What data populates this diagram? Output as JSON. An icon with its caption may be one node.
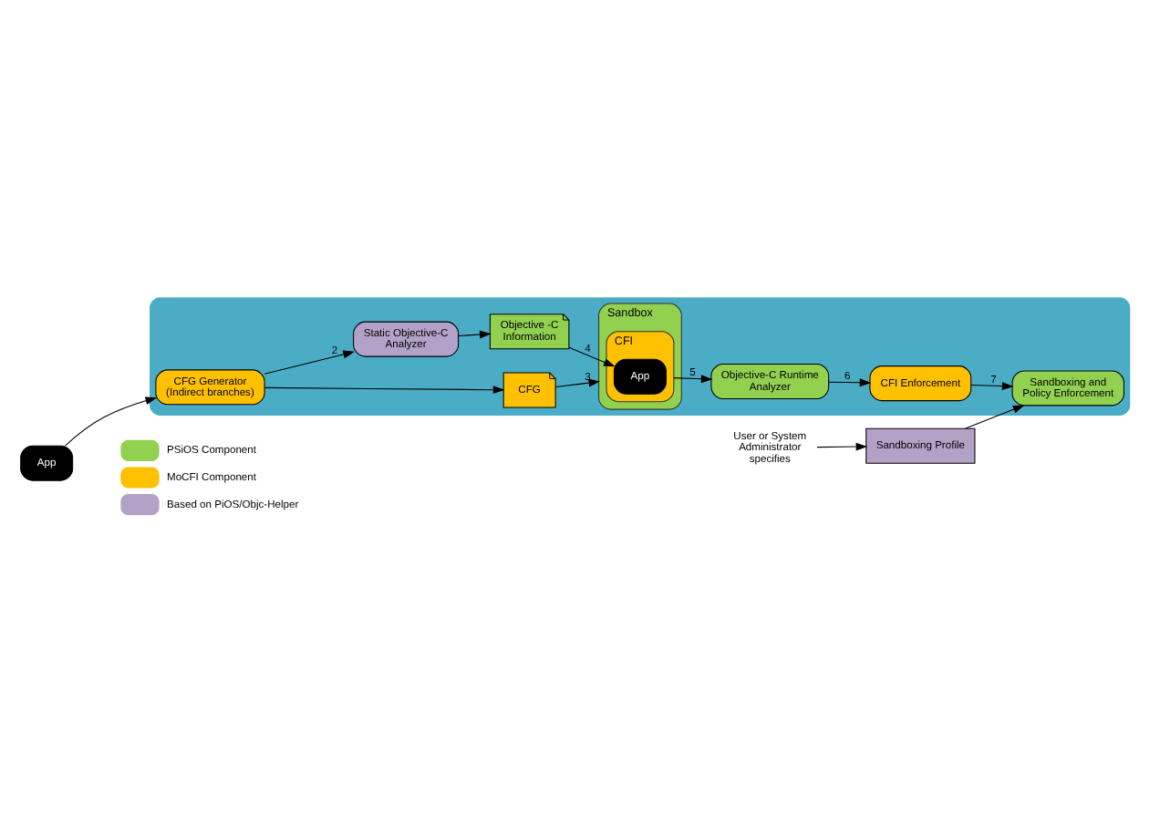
{
  "diagram": {
    "nodes": [
      {
        "text": [
          "App"
        ]
      },
      {
        "text": [],
        "shape": "box"
      },
      {
        "text": [
          "CFG Generator (Indirect branches)"
        ],
        "in": 1
      },
      {
        "text": [
          "CFG"
        ],
        "in": 1
      },
      {
        "text": [
          "Sandbox"
        ],
        "in": 1
      },
      {
        "text": [
          "CFI"
        ],
        "in": 4
      },
      {
        "text": [
          "App"
        ],
        "in": 5
      },
      {
        "text": [
          "Static Objective-C Analyzer"
        ],
        "in": 1
      },
      {
        "text": [
          "Objective -C Information"
        ],
        "in": 1
      },
      {
        "text": [
          "Objective-C Runtime Analyzer"
        ],
        "in": 1
      },
      {
        "text": [
          "CFI Enforcement"
        ],
        "in": 1
      },
      {
        "text": [
          "Sandboxing and Policy Enforcement"
        ],
        "in": 1
      },
      {
        "text": [
          "User or System Administrator specifies"
        ]
      },
      {
        "text": [
          "Sandboxing Profile"
        ]
      }
    ],
    "edges": [
      {
        "from": 0,
        "to": 2,
        "arrow": "to"
      },
      {
        "from": 2,
        "to": 3,
        "arrow": "to"
      },
      {
        "from": 2,
        "to": 7,
        "arrow": "to",
        "label": "2"
      },
      {
        "from": 3,
        "to": 4,
        "arrow": "to",
        "label": "3"
      },
      {
        "from": 7,
        "to": 8,
        "arrow": "to"
      },
      {
        "from": 8,
        "to": 6,
        "arrow": "to",
        "label": "4"
      },
      {
        "from": 5,
        "to": 9,
        "arrow": "to",
        "label": "5"
      },
      {
        "from": 9,
        "to": 10,
        "arrow": "to",
        "label": "6"
      },
      {
        "from": 10,
        "to": 11,
        "arrow": "to",
        "label": "7"
      },
      {
        "from": 12,
        "to": 13,
        "arrow": "to"
      },
      {
        "from": 13,
        "to": 11,
        "arrow": "to"
      }
    ],
    "legend": [
      {
        "text": "PSiOS Component",
        "color": "#92d050"
      },
      {
        "text": "MoCFI Component",
        "color": "#ffc000"
      },
      {
        "text": "Based on PiOS/Objc-Helper",
        "color": "#b3a2c7"
      }
    ]
  }
}
